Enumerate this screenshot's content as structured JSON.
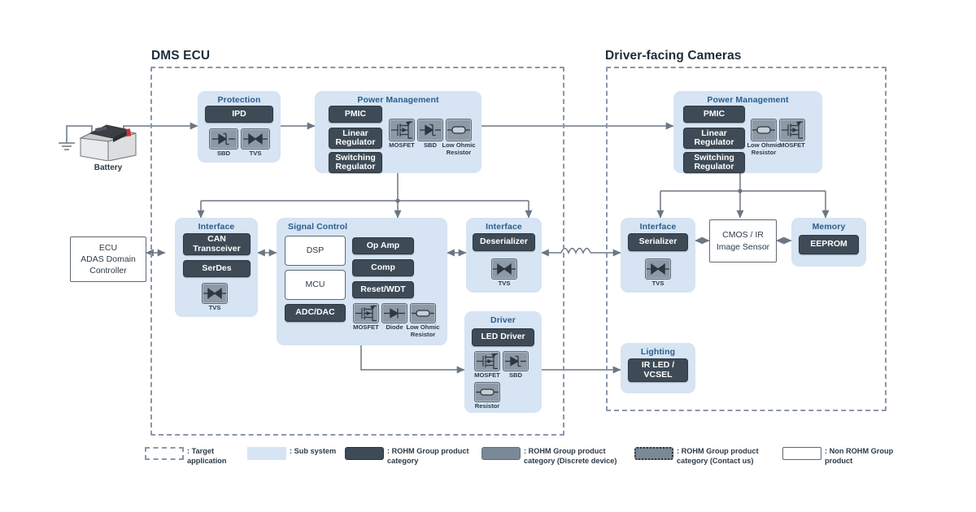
{
  "zones": [
    {
      "id": "dms-ecu",
      "title": "DMS ECU"
    },
    {
      "id": "driver-facing-cameras",
      "title": "Driver-facing Cameras"
    }
  ],
  "left": {
    "battery_label": "Battery",
    "ecu_box": {
      "line1": "ECU",
      "line2": "ADAS Domain",
      "line3": "Controller"
    }
  },
  "ecu": {
    "protection": {
      "title": "Protection",
      "chips": [
        "IPD"
      ],
      "discretes": [
        "SBD",
        "TVS"
      ]
    },
    "power_management": {
      "title": "Power Management",
      "chips": [
        "PMIC",
        "Linear Regulator",
        "Switching Regulator"
      ],
      "discretes": [
        "MOSFET",
        "SBD",
        "Low Ohmic Resistor"
      ]
    },
    "interface_can": {
      "title": "Interface",
      "chips": [
        "CAN Transceiver",
        "SerDes"
      ],
      "discretes": [
        "TVS"
      ]
    },
    "signal_control": {
      "title": "Signal Control",
      "white_chips": [
        "DSP",
        "MCU"
      ],
      "chips": [
        "ADC/DAC",
        "Op Amp",
        "Comp",
        "Reset/WDT"
      ],
      "discretes": [
        "MOSFET",
        "Diode",
        "Low Ohmic Resistor"
      ]
    },
    "interface_des": {
      "title": "Interface",
      "chips": [
        "Deserializer"
      ],
      "discretes": [
        "TVS"
      ]
    },
    "driver": {
      "title": "Driver",
      "chips": [
        "LED Driver"
      ],
      "discretes": [
        "MOSFET",
        "SBD",
        "Resistor"
      ]
    }
  },
  "camera": {
    "power_management": {
      "title": "Power Management",
      "chips": [
        "PMIC",
        "Linear Regulator",
        "Switching Regulator"
      ],
      "discretes": [
        "Low Ohmic Resistor",
        "MOSFET"
      ]
    },
    "interface_ser": {
      "title": "Interface",
      "chips": [
        "Serializer"
      ],
      "discretes": [
        "TVS"
      ]
    },
    "image_sensor": {
      "line1": "CMOS / IR",
      "line2": "Image Sensor"
    },
    "memory": {
      "title": "Memory",
      "chips": [
        "EEPROM"
      ]
    },
    "lighting": {
      "title": "Lighting",
      "chips": [
        "IR LED / VCSEL"
      ]
    }
  },
  "legend": [
    {
      "swatch": "dash",
      "label": ": Target application"
    },
    {
      "swatch": "sub",
      "label": ": Sub system"
    },
    {
      "swatch": "dark",
      "label": ": ROHM Group product category"
    },
    {
      "swatch": "gray",
      "label": ": ROHM Group product category (Discrete device)"
    },
    {
      "swatch": "dot",
      "label": ": ROHM Group product category (Contact us)"
    },
    {
      "swatch": "plain",
      "label": ": Non ROHM Group product"
    }
  ],
  "colors": {
    "sub_system": "#d6e4f3",
    "product": "#3e4b57",
    "discrete": "#8d99a6",
    "zone_border": "#8a96ab",
    "wire": "#6b7683",
    "title": "#2b5d8e"
  }
}
